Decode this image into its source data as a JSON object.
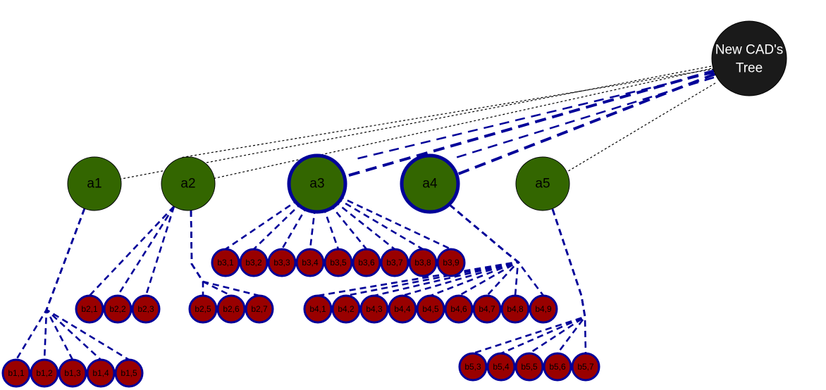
{
  "root": {
    "label_lines": [
      "New CAD's",
      "Tree"
    ]
  },
  "a_nodes": [
    {
      "id": "a1",
      "label": "a1",
      "highlighted": false
    },
    {
      "id": "a2",
      "label": "a2",
      "highlighted": false
    },
    {
      "id": "a3",
      "label": "a3",
      "highlighted": true
    },
    {
      "id": "a4",
      "label": "a4",
      "highlighted": true
    },
    {
      "id": "a5",
      "label": "a5",
      "highlighted": false
    }
  ],
  "b_nodes": [
    {
      "id": "b1_1",
      "label": "b1,1",
      "parent": "a1"
    },
    {
      "id": "b1_2",
      "label": "b1,2",
      "parent": "a1"
    },
    {
      "id": "b1_3",
      "label": "b1,3",
      "parent": "a1"
    },
    {
      "id": "b1_4",
      "label": "b1,4",
      "parent": "a1"
    },
    {
      "id": "b1_5",
      "label": "b1,5",
      "parent": "a1"
    },
    {
      "id": "b2_1",
      "label": "b2,1",
      "parent": "a2"
    },
    {
      "id": "b2_2",
      "label": "b2,2",
      "parent": "a2"
    },
    {
      "id": "b2_3",
      "label": "b2,3",
      "parent": "a2"
    },
    {
      "id": "b2_5",
      "label": "b2,5",
      "parent": "a2"
    },
    {
      "id": "b2_6",
      "label": "b2,6",
      "parent": "a2"
    },
    {
      "id": "b2_7",
      "label": "b2,7",
      "parent": "a2"
    },
    {
      "id": "b3_1",
      "label": "b3,1",
      "parent": "a3"
    },
    {
      "id": "b3_2",
      "label": "b3,2",
      "parent": "a3"
    },
    {
      "id": "b3_3",
      "label": "b3,3",
      "parent": "a3"
    },
    {
      "id": "b3_4",
      "label": "b3,4",
      "parent": "a3"
    },
    {
      "id": "b3_5",
      "label": "b3,5",
      "parent": "a3"
    },
    {
      "id": "b3_6",
      "label": "b3,6",
      "parent": "a3"
    },
    {
      "id": "b3_7",
      "label": "b3,7",
      "parent": "a3"
    },
    {
      "id": "b3_8",
      "label": "b3,8",
      "parent": "a3"
    },
    {
      "id": "b3_9",
      "label": "b3,9",
      "parent": "a3"
    },
    {
      "id": "b4_1",
      "label": "b4,1",
      "parent": "a4"
    },
    {
      "id": "b4_2",
      "label": "b4,2",
      "parent": "a4"
    },
    {
      "id": "b4_3",
      "label": "b4,3",
      "parent": "a4"
    },
    {
      "id": "b4_4",
      "label": "b4,4",
      "parent": "a4"
    },
    {
      "id": "b4_5",
      "label": "b4,5",
      "parent": "a4"
    },
    {
      "id": "b4_6",
      "label": "b4,6",
      "parent": "a4"
    },
    {
      "id": "b4_7",
      "label": "b4,7",
      "parent": "a4"
    },
    {
      "id": "b4_8",
      "label": "b4,8",
      "parent": "a4"
    },
    {
      "id": "b4_9",
      "label": "b4,9",
      "parent": "a4"
    },
    {
      "id": "b5_3",
      "label": "b5,3",
      "parent": "a5"
    },
    {
      "id": "b5_4",
      "label": "b5,4",
      "parent": "a5"
    },
    {
      "id": "b5_5",
      "label": "b5,5",
      "parent": "a5"
    },
    {
      "id": "b5_6",
      "label": "b5,6",
      "parent": "a5"
    },
    {
      "id": "b5_7",
      "label": "b5,7",
      "parent": "a5"
    }
  ],
  "colors": {
    "root_fill": "#1a1a1a",
    "a_fill": "#336600",
    "a_highlight_stroke": "#000099",
    "b_fill": "#990000",
    "b_stroke": "#000099",
    "edge": "#000099",
    "root_edge_thin": "#000000"
  }
}
